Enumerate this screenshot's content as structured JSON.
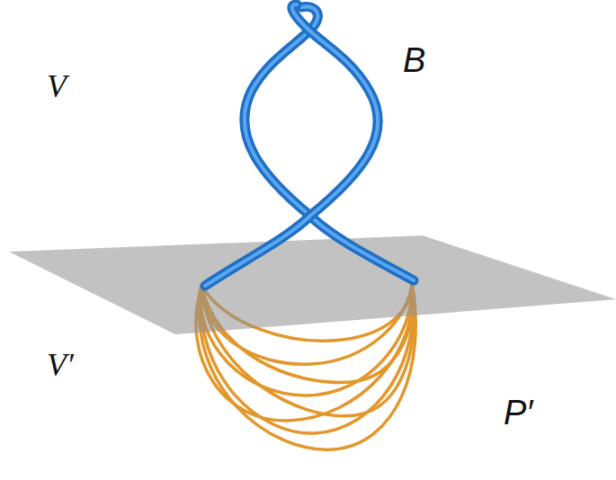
{
  "diagram": {
    "labels": [
      "B",
      "V",
      "V′",
      "P′"
    ]
  }
}
